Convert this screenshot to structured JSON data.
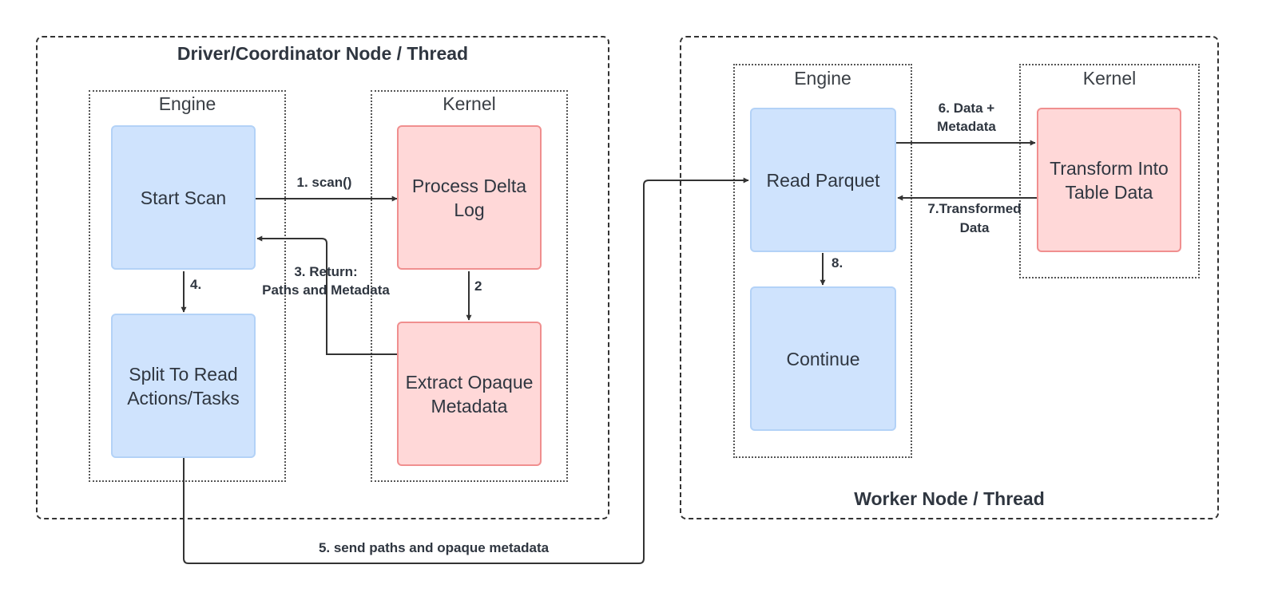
{
  "regions": {
    "driver": {
      "title": "Driver/Coordinator Node / Thread"
    },
    "worker": {
      "title": "Worker Node / Thread"
    }
  },
  "subregions": {
    "driver_engine": "Engine",
    "driver_kernel": "Kernel",
    "worker_engine": "Engine",
    "worker_kernel": "Kernel"
  },
  "nodes": {
    "start_scan": "Start Scan",
    "split": "Split To Read Actions/Tasks",
    "process_log": "Process Delta Log",
    "extract": "Extract Opaque Metadata",
    "read_parquet": "Read Parquet",
    "continue": "Continue",
    "transform": "Transform Into Table Data"
  },
  "edges": {
    "e1": "1. scan()",
    "e2": "2",
    "e3_line1": "3. Return:",
    "e3_line2": "Paths and Metadata",
    "e4": "4.",
    "e5": "5. send paths and opaque metadata",
    "e6_line1": "6. Data +",
    "e6_line2": "Metadata",
    "e7_line1": "7.Transformed",
    "e7_line2": "Data",
    "e8": "8."
  },
  "colors": {
    "engine_fill": "#cfe3fd",
    "kernel_fill": "#ffd8d8",
    "kernel_border": "#f08f8f",
    "line": "#333333"
  }
}
